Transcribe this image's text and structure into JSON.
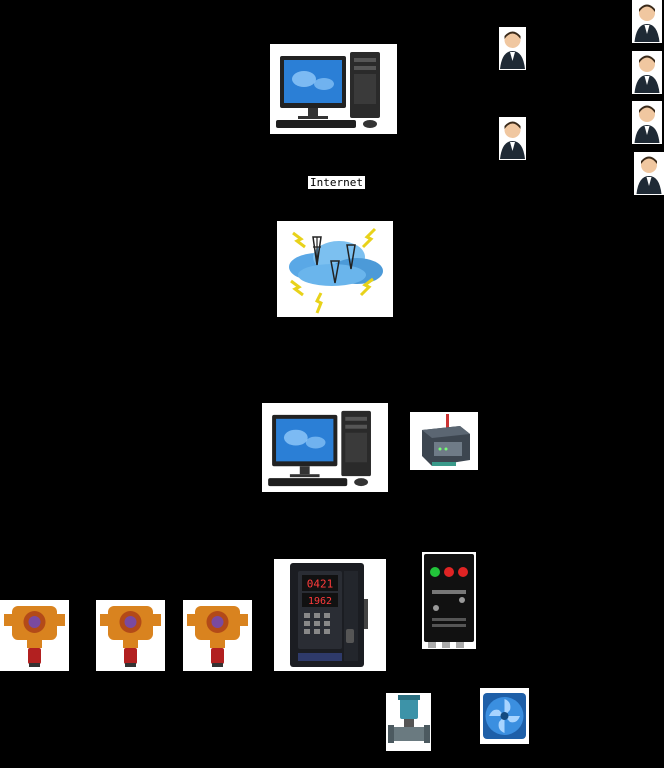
{
  "diagram": {
    "network_label": "Internet",
    "controller_display": {
      "readout_top": "0421",
      "readout_bottom": "1962"
    },
    "colors": {
      "background": "#000000",
      "node_fill": "#ffffff",
      "screen_blue": "#2b7fd6",
      "detector_orange": "#d9831f",
      "lamp_green": "#22c43a",
      "lamp_red": "#e02424",
      "router_teal": "#3a9a8a",
      "fan_blue": "#2a80d8",
      "valve_teal": "#3d93a8"
    },
    "icons": {
      "server_computer": "desktop-computer-icon",
      "user": "user-avatar-icon",
      "cloud_network": "wireless-cloud-icon",
      "local_computer": "desktop-computer-icon",
      "gateway": "gsm-router-icon",
      "gas_detector": "gas-detector-icon",
      "alarm_controller": "alarm-controller-icon",
      "control_box": "relay-control-box-icon",
      "valve": "solenoid-valve-icon",
      "fan": "exhaust-fan-icon"
    }
  }
}
